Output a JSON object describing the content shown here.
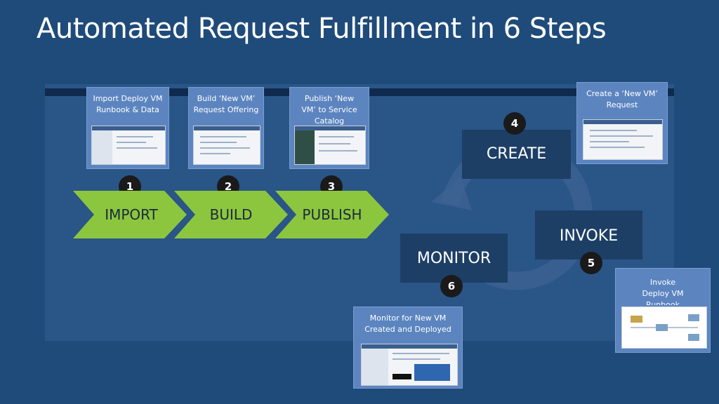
{
  "title": "Automated Request Fulfillment in 6 Steps",
  "phases": [
    {
      "num": "1",
      "label": "IMPORT",
      "caption": "Import Deploy VM\nRunbook & Data"
    },
    {
      "num": "2",
      "label": "BUILD",
      "caption": "Build ‘New VM’\nRequest Offering"
    },
    {
      "num": "3",
      "label": "PUBLISH",
      "caption": "Publish ‘New\nVM’ to Service\nCatalog"
    }
  ],
  "cycle": {
    "create": {
      "num": "4",
      "label": "CREATE",
      "caption": "Create  a  ‘New VM’\nRequest"
    },
    "invoke": {
      "num": "5",
      "label": "INVOKE",
      "caption": "Invoke\nDeploy VM\nRunbook"
    },
    "monitor": {
      "num": "6",
      "label": "MONITOR",
      "caption": "Monitor for New VM\nCreated and Deployed"
    }
  },
  "colors": {
    "background": "#1f4b7a",
    "chevron": "#8cc63f",
    "card": "#5c85c0",
    "stepbox": "#1d3f66"
  }
}
